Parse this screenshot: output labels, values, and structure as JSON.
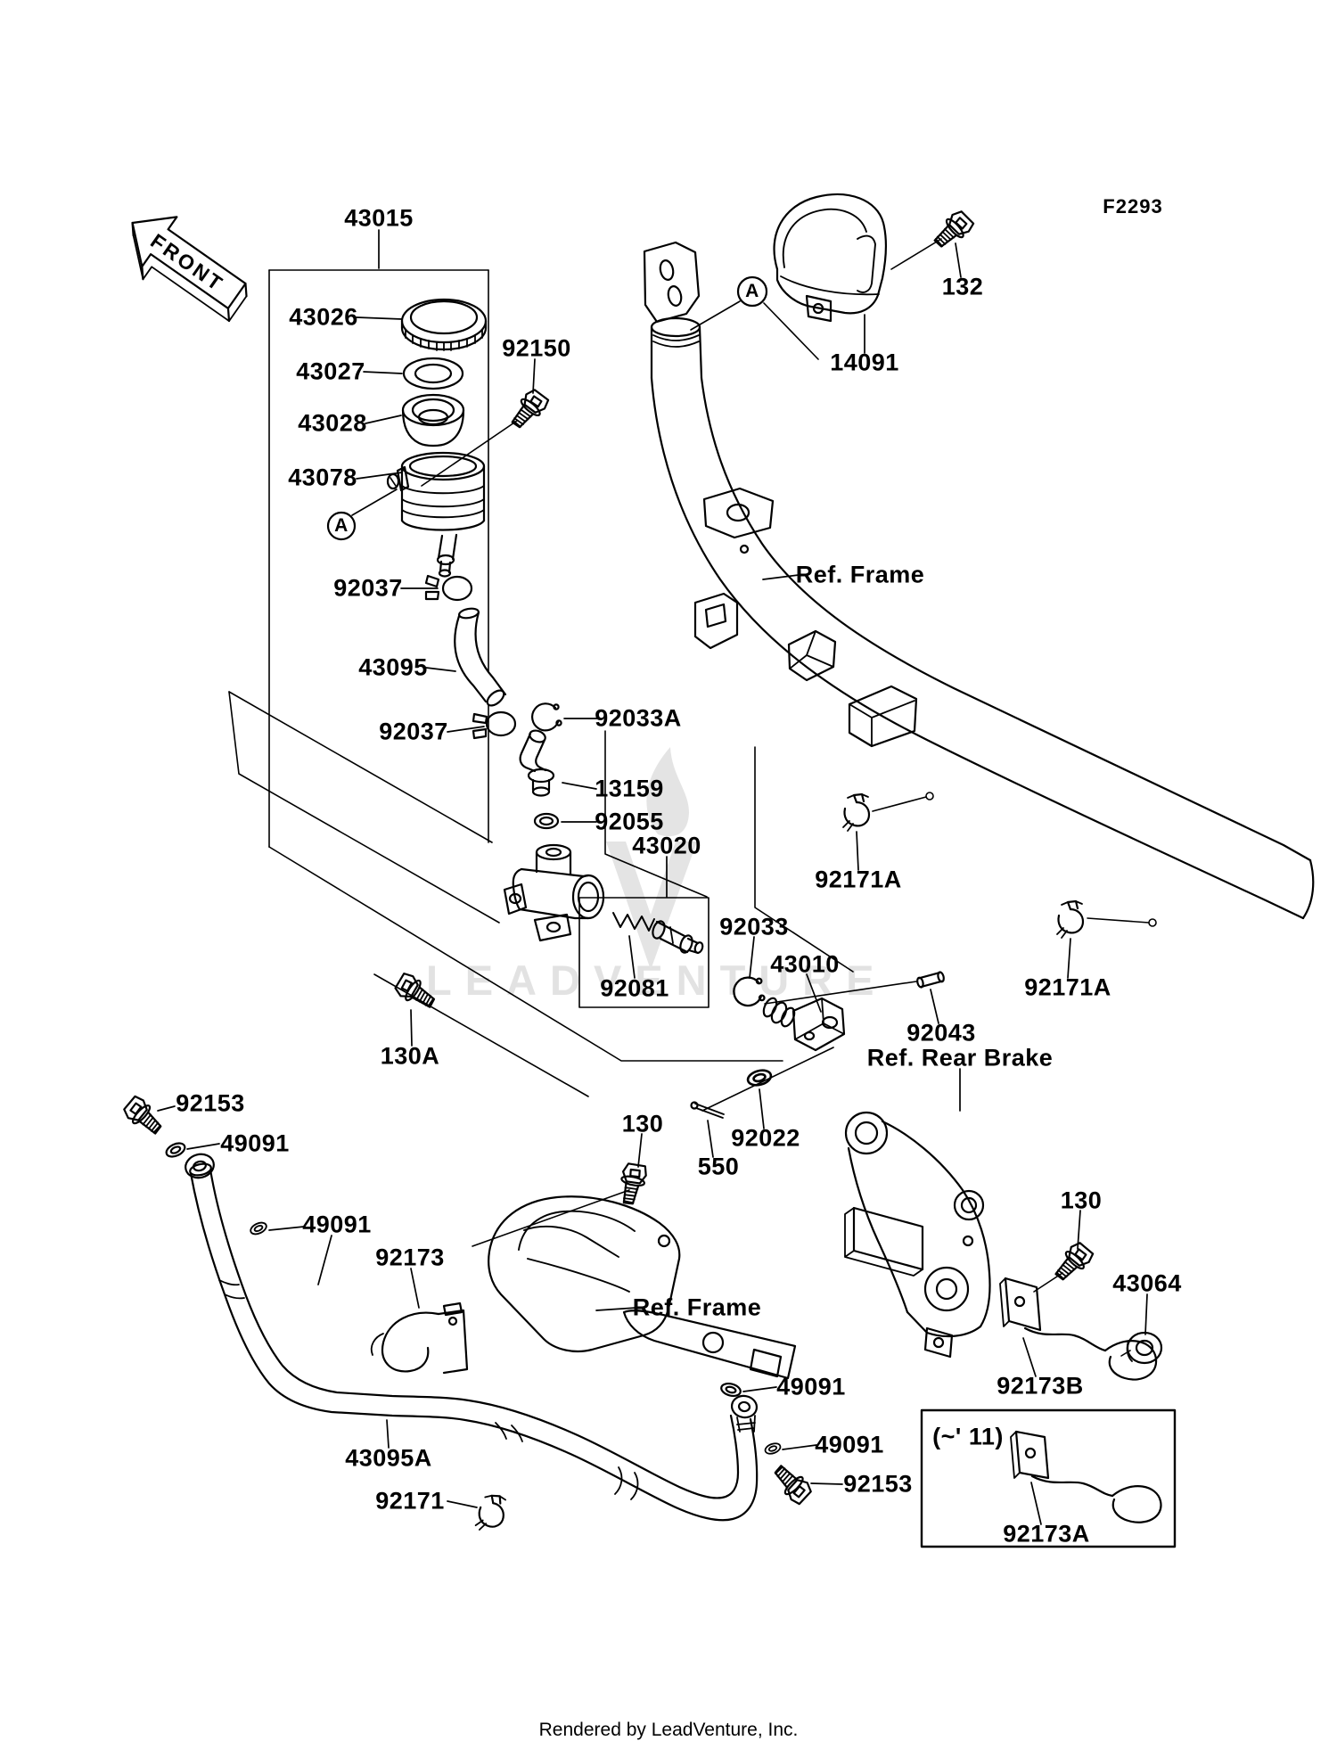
{
  "page": {
    "title": "Rear Master Cylinder parts diagram",
    "figure_code": "F2293",
    "front_label": "FRONT",
    "watermark_text": "LEADVENTURE",
    "footer_text": "Rendered by LeadVenture, Inc.",
    "colors": {
      "background": "#ffffff",
      "line_art": "#000000",
      "watermark": "#e2e2e2"
    },
    "labels": {
      "p43015": "43015",
      "p43026": "43026",
      "p43027": "43027",
      "p43028": "43028",
      "p43078": "43078",
      "p92150": "92150",
      "p92037": "92037",
      "p43095": "43095",
      "p92033a": "92033A",
      "p13159": "13159",
      "p92055": "92055",
      "p43020": "43020",
      "p92081": "92081",
      "p92033": "92033",
      "p43010": "43010",
      "p130a": "130A",
      "p130": "130",
      "p550": "550",
      "p92022": "92022",
      "p92043": "92043",
      "p14091": "14091",
      "p132": "132",
      "p92171a": "92171A",
      "p92171": "92171",
      "p92153": "92153",
      "p49091": "49091",
      "p92173": "92173",
      "p92173a": "92173A",
      "p92173b": "92173B",
      "p43064": "43064",
      "p43095a": "43095A",
      "marker_a": "A",
      "ref_frame": "Ref. Frame",
      "ref_rear_brake": "Ref. Rear Brake",
      "note_applicability": "(~' 11)"
    }
  }
}
